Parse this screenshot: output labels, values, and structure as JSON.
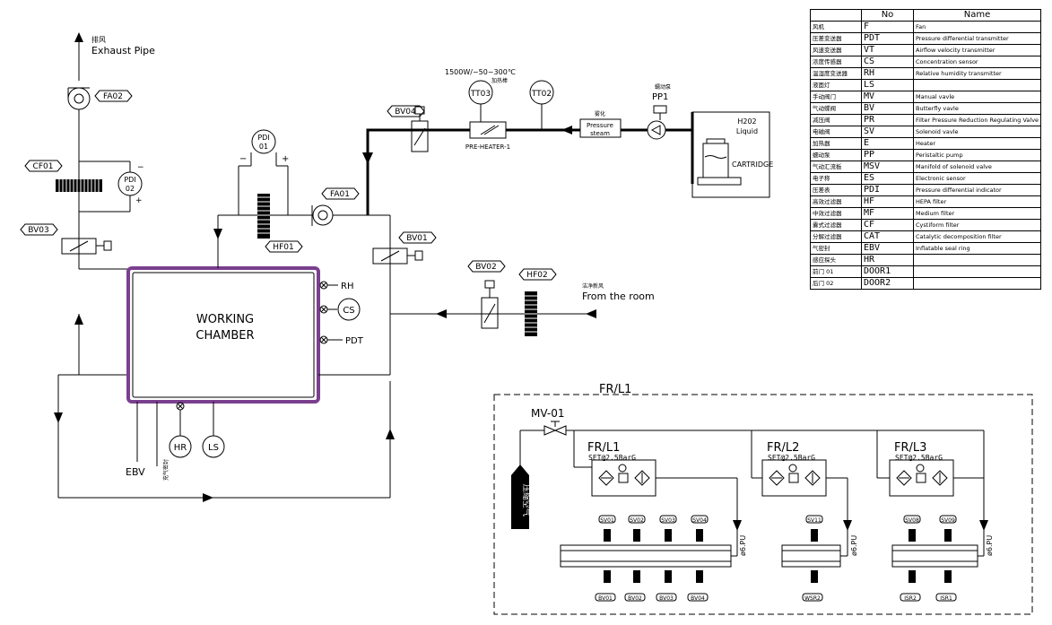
{
  "top_left": {
    "exhaust_cn": "排风",
    "exhaust_en": "Exhaust Pipe"
  },
  "tags": {
    "fa02": "FA02",
    "fa01": "FA01",
    "cf01": "CF01",
    "bv03": "BV03",
    "bv04": "BV04",
    "bv01": "BV01",
    "bv02": "BV02",
    "hf01": "HF01",
    "hf02": "HF02",
    "pdi_cf_top": "PDI",
    "pdi_cf_bot": "02",
    "pdi_top_top": "PDI",
    "pdi_top_bot": "01",
    "tt03": "TT03",
    "tt02": "TT02"
  },
  "heater": {
    "spec": "1500W/~50~300℃",
    "spec_cn": "加热棒",
    "label": "PRE-HEATER-1"
  },
  "steam": {
    "cn": "雾化",
    "line1": "Pressure",
    "line2": "steam"
  },
  "pump": {
    "cn": "蠕动泵",
    "label": "PP1"
  },
  "liquid": {
    "line1": "H202",
    "line2": "Liquid",
    "cartridge": "CARTRIDGE"
  },
  "room": {
    "cn": "洁净新风",
    "en": "From the room"
  },
  "chamber": {
    "line1": "WORKING",
    "line2": "CHAMBER",
    "rh": "RH",
    "cs": "CS",
    "pdt": "PDT",
    "hr": "HR",
    "ls": "LS",
    "ebv": "EBV",
    "ebv_cn": "充气密封"
  },
  "legend": {
    "header_no": "No",
    "header_name": "Name",
    "rows": [
      {
        "cn": "风机",
        "code": "F",
        "name": "Fan"
      },
      {
        "cn": "压差变送器",
        "code": "PDT",
        "name": "Pressure differential transmitter"
      },
      {
        "cn": "风速变送器",
        "code": "VT",
        "name": "Airflow velocity transmitter"
      },
      {
        "cn": "浓度传感器",
        "code": "CS",
        "name": "Concentration sensor"
      },
      {
        "cn": "温湿度变送器",
        "code": "RH",
        "name": "Relative humidity transmitter"
      },
      {
        "cn": "液面灯",
        "code": "LS",
        "name": ""
      },
      {
        "cn": "手动阀门",
        "code": "MV",
        "name": "Manual vavle"
      },
      {
        "cn": "气动蝶阀",
        "code": "BV",
        "name": "Butterfly vavle"
      },
      {
        "cn": "减压阀",
        "code": "PR",
        "name": "Filter Pressure Reduction Regulating Valve"
      },
      {
        "cn": "电磁阀",
        "code": "SV",
        "name": "Solenoid vavle"
      },
      {
        "cn": "加热器",
        "code": "E",
        "name": "Heater"
      },
      {
        "cn": "蠕动泵",
        "code": "PP",
        "name": "Peristaltic pump"
      },
      {
        "cn": "气动汇流板",
        "code": "MSV",
        "name": "Manifold of solenoid valve"
      },
      {
        "cn": "电子称",
        "code": "ES",
        "name": "Electronic sensor"
      },
      {
        "cn": "压差表",
        "code": "PDI",
        "name": "Pressure differential indicator"
      },
      {
        "cn": "高效过滤器",
        "code": "HF",
        "name": "HEPA filter"
      },
      {
        "cn": "中效过滤器",
        "code": "MF",
        "name": "Medium filter"
      },
      {
        "cn": "囊式过滤器",
        "code": "CF",
        "name": "Cystiform filter"
      },
      {
        "cn": "分解过滤器",
        "code": "CAT",
        "name": "Catalytic decomposition filter"
      },
      {
        "cn": "气密封",
        "code": "EBV",
        "name": "Inflatable seal ring"
      },
      {
        "cn": "感应探头",
        "code": "HR",
        "name": ""
      },
      {
        "cn": "前门 01",
        "code": "DOOR1",
        "name": ""
      },
      {
        "cn": "后门 02",
        "code": "DOOR2",
        "name": ""
      }
    ]
  },
  "pneumatic": {
    "frame_label": "FR/L1",
    "mv": "MV-01",
    "air_source": "压缩空气",
    "frl": [
      {
        "title": "FR/L1",
        "set": "SET@2.5BarG"
      },
      {
        "title": "FR/L2",
        "set": "SET@2.5BarG"
      },
      {
        "title": "FR/L3",
        "set": "SET@2.5BarG"
      }
    ],
    "tube_label": "ø6.PU",
    "groups": [
      {
        "top": [
          "SV01",
          "SV02",
          "SV03",
          "SV04"
        ],
        "bottom": [
          "BV01",
          "BV02",
          "BV03",
          "BV04"
        ]
      },
      {
        "top": [
          "SV11"
        ],
        "bottom": [
          "WSR2"
        ]
      },
      {
        "top": [
          "SV08",
          "SV09"
        ],
        "bottom": [
          "ISR2",
          "ISR1"
        ]
      }
    ]
  }
}
